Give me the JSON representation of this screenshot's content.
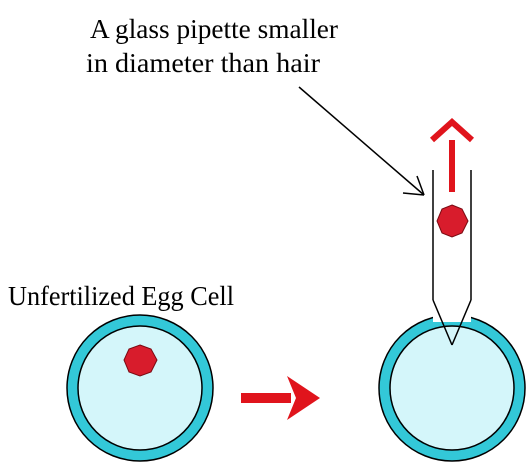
{
  "labels": {
    "pipette_line1": "A glass pipette smaller",
    "pipette_line2": "in diameter than hair",
    "egg_cell": "Unfertilized Egg Cell"
  },
  "colors": {
    "background": "#ffffff",
    "membrane_ring": "#33c8d8",
    "cytoplasm": "#d4f6fa",
    "nucleus": "#d81c2c",
    "arrow": "#e0141c",
    "outline": "#000000"
  },
  "icons": {
    "nucleus": "red-nucleus-dot",
    "transition_arrow": "right-arrow",
    "extraction_arrow": "up-arrow",
    "pointer": "pointer-arrow"
  }
}
